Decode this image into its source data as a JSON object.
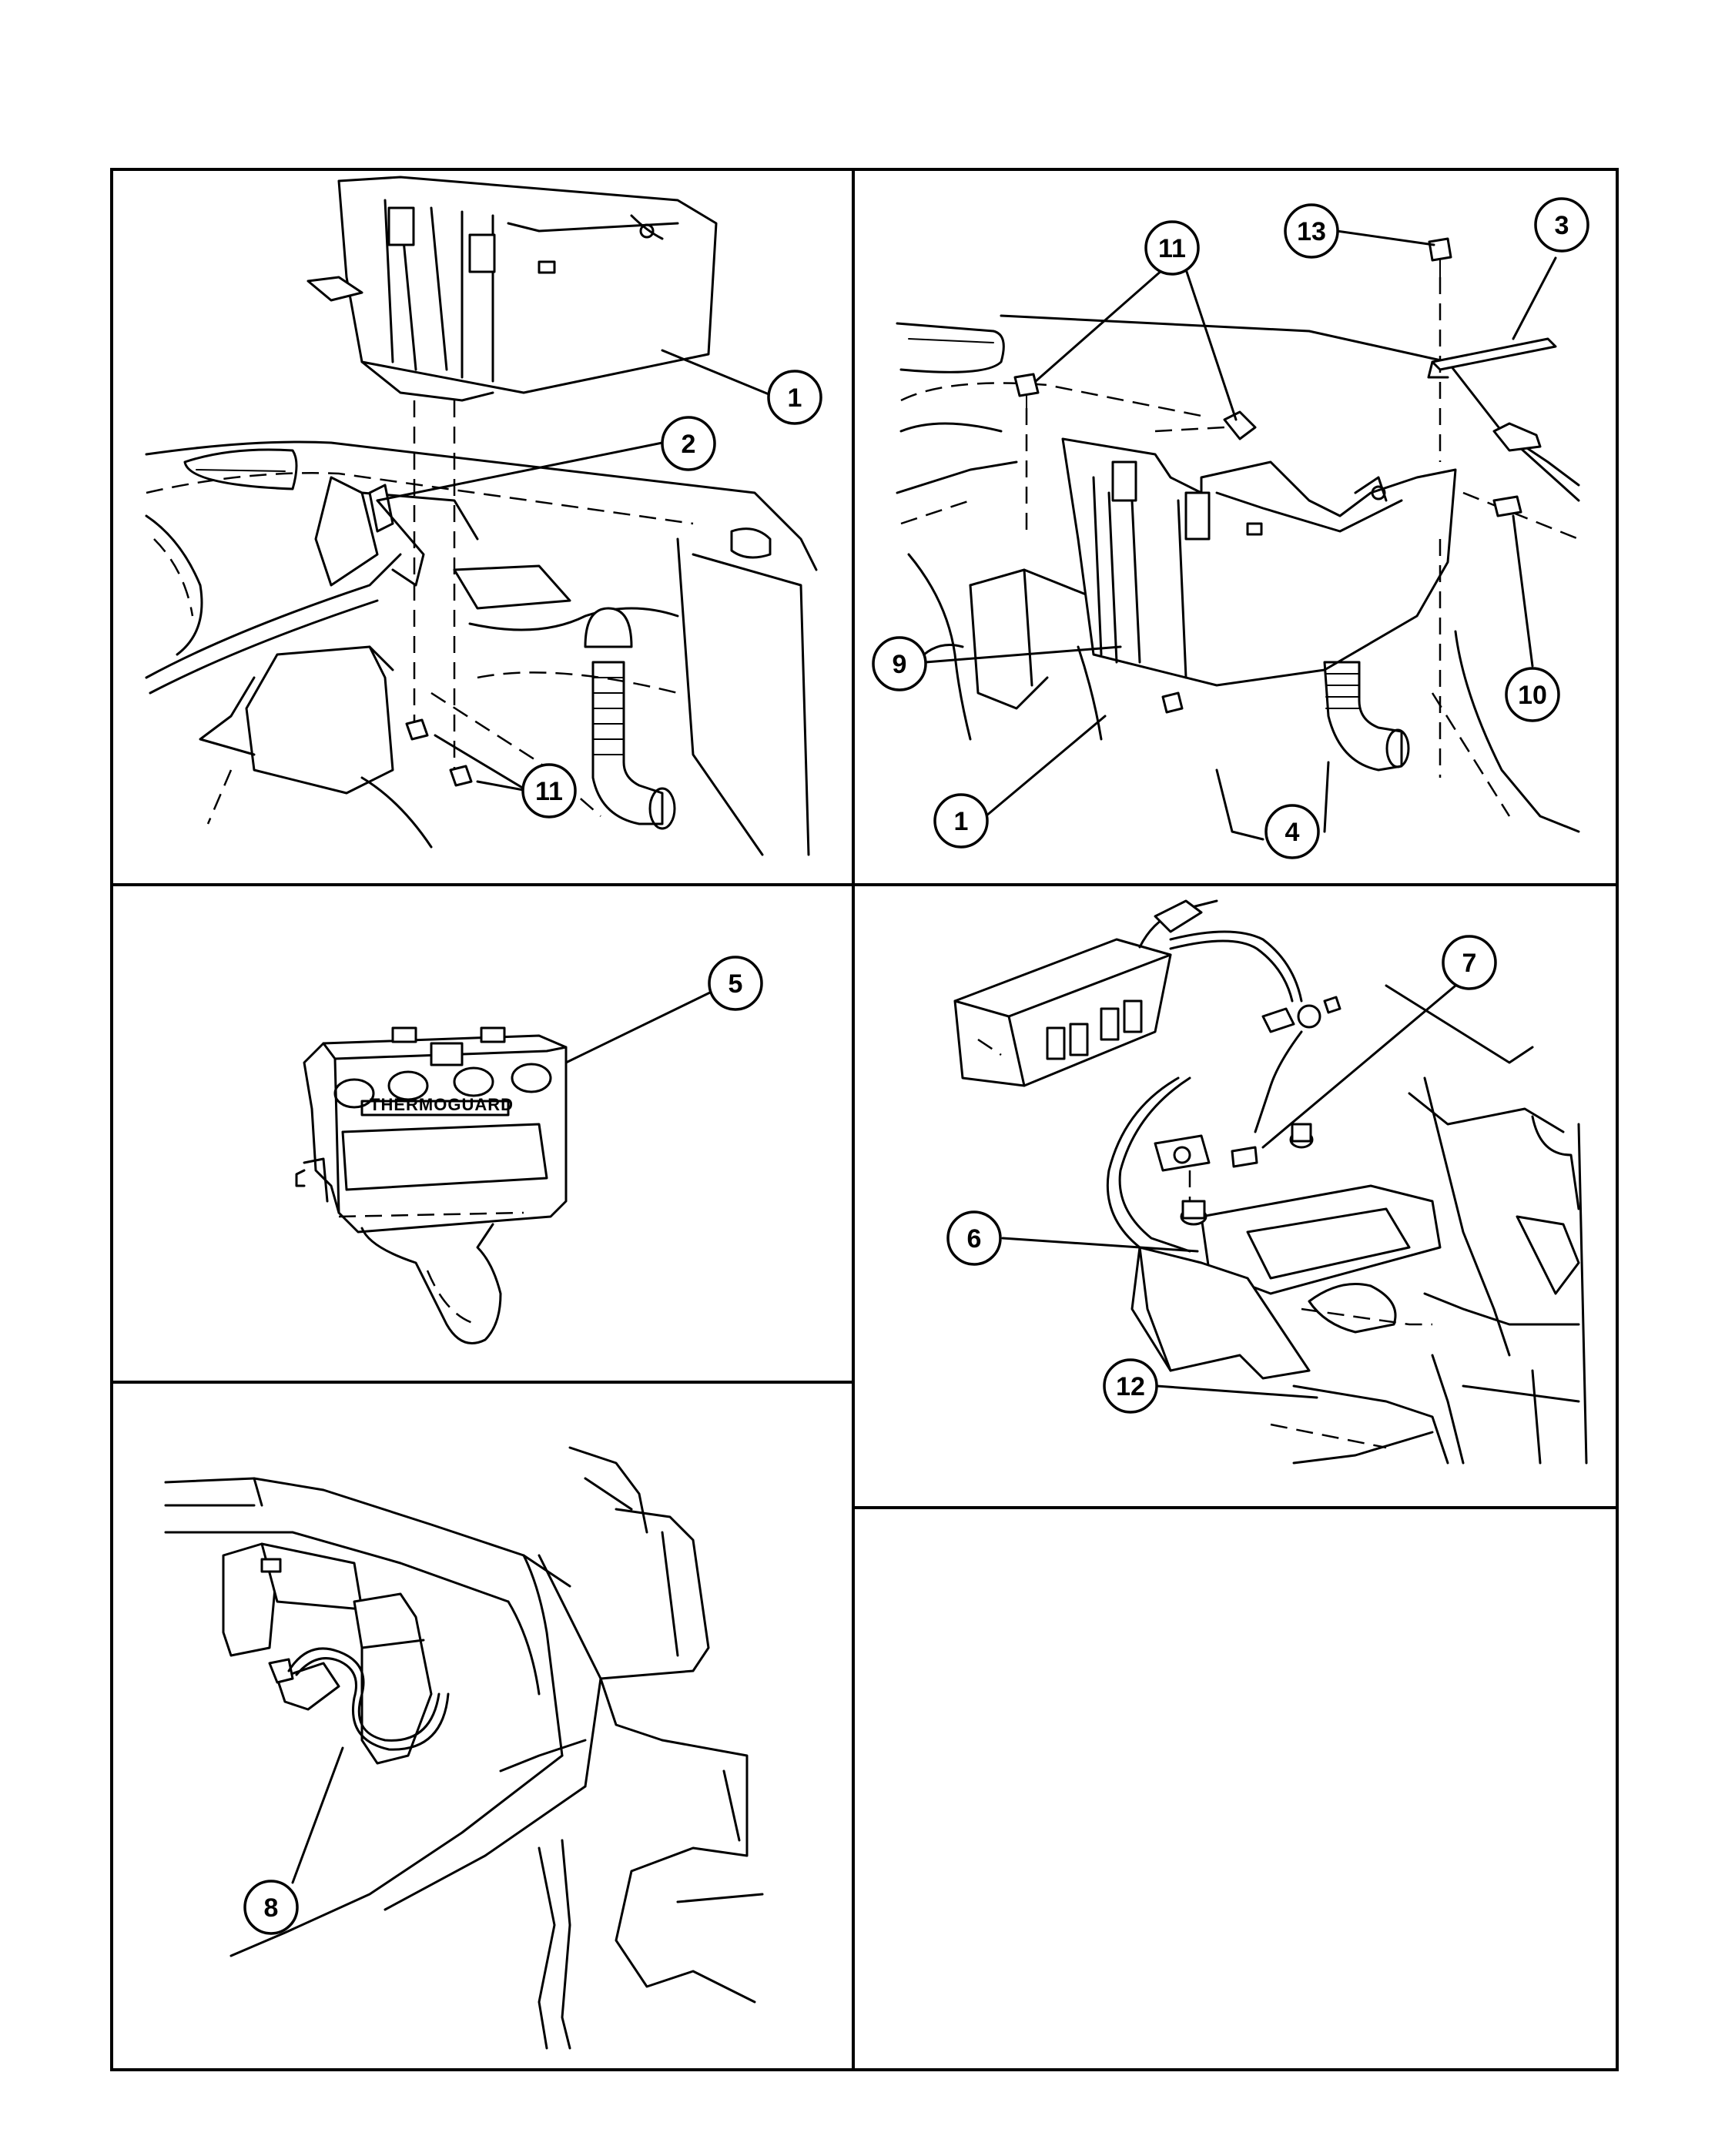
{
  "callouts": {
    "p1_c1": "1",
    "p1_c2": "2",
    "p1_c11": "11",
    "p2_c11": "11",
    "p2_c13": "13",
    "p2_c3": "3",
    "p2_c9": "9",
    "p2_c10": "10",
    "p2_c1": "1",
    "p2_c4": "4",
    "p3_c5": "5",
    "p4_c7": "7",
    "p4_c6": "6",
    "p4_c12": "12",
    "p5_c8": "8"
  },
  "module_logo": "THERMOGUARD",
  "colors": {
    "ink": "#000000",
    "paper": "#ffffff"
  }
}
